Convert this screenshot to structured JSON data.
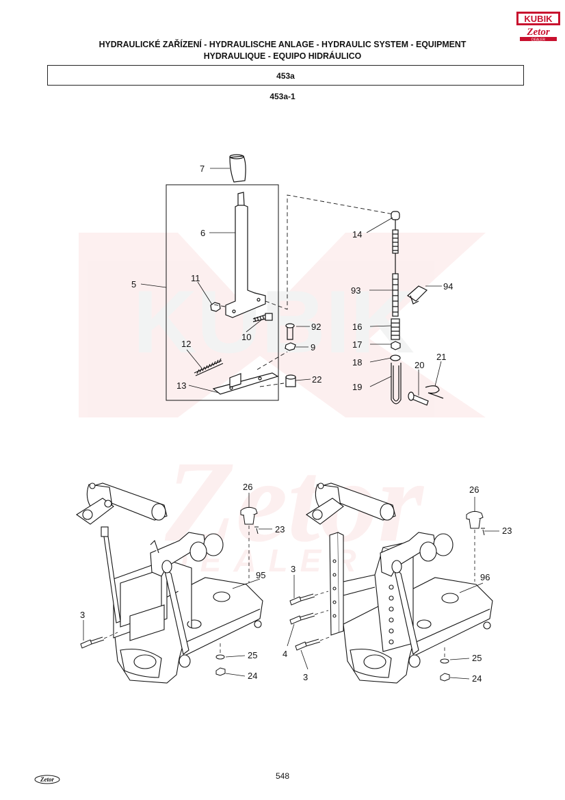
{
  "header": {
    "title_line1": "HYDRAULICKÉ ZAŘÍZENÍ - HYDRAULISCHE ANLAGE - HYDRAULIC SYSTEM - EQUIPMENT",
    "title_line2": "HYDRAULIQUE - EQUIPO HIDRÁULICO",
    "section": "453a",
    "subsection": "453a-1"
  },
  "logo": {
    "brand_top": "KUBIK",
    "brand_bottom": "Zetor",
    "brand_sub": "DEALER"
  },
  "watermark": {
    "word1": "KUBIK",
    "word2": "Zetor",
    "word3": "DEALER"
  },
  "labels": {
    "p7": "7",
    "p6": "6",
    "p5": "5",
    "p11": "11",
    "p10": "10",
    "p12": "12",
    "p13": "13",
    "p14": "14",
    "p93": "93",
    "p94": "94",
    "p92": "92",
    "p9": "9",
    "p16": "16",
    "p17": "17",
    "p18": "18",
    "p19": "19",
    "p20": "20",
    "p21": "21",
    "p22": "22",
    "l26": "26",
    "l23": "23",
    "l95": "95",
    "l3": "3",
    "l25": "25",
    "l24": "24",
    "r26": "26",
    "r23": "23",
    "r96": "96",
    "r3a": "3",
    "r4": "4",
    "r3b": "3",
    "r25": "25",
    "r24": "24"
  },
  "footer": {
    "page_number": "548",
    "brand": "Zetor"
  },
  "colors": {
    "watermark": "#f4cfcf",
    "ink": "#111111"
  }
}
